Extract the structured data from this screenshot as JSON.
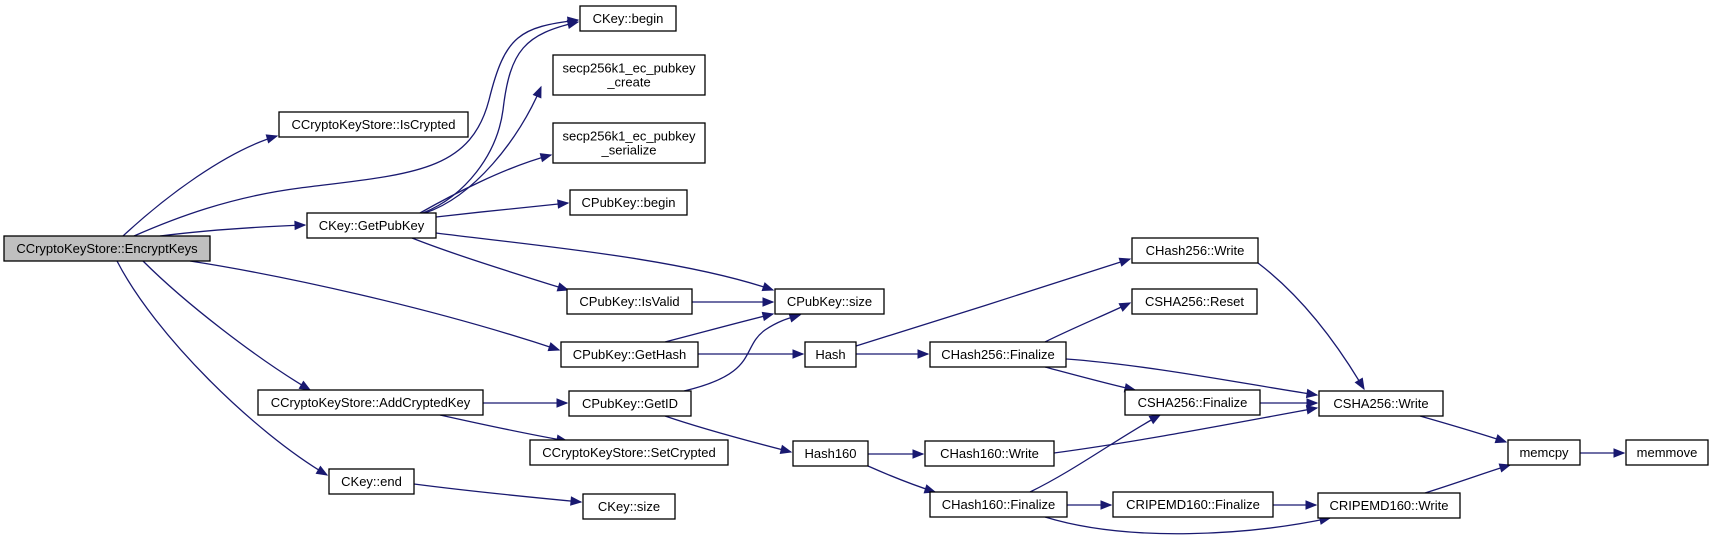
{
  "colors": {
    "edge": "#191970",
    "node_border": "#000000",
    "node_fill": "#ffffff",
    "root_fill": "#bfbfbf"
  },
  "nodes": [
    {
      "id": "encryptkeys",
      "lines": [
        "CCryptoKeyStore::EncryptKeys"
      ],
      "root": true
    },
    {
      "id": "iscrypted",
      "lines": [
        "CCryptoKeyStore::IsCrypted"
      ]
    },
    {
      "id": "getpubkey",
      "lines": [
        "CKey::GetPubKey"
      ]
    },
    {
      "id": "addcryptedkey",
      "lines": [
        "CCryptoKeyStore::AddCryptedKey"
      ]
    },
    {
      "id": "ckeyend",
      "lines": [
        "CKey::end"
      ]
    },
    {
      "id": "ckeybegin",
      "lines": [
        "CKey::begin"
      ]
    },
    {
      "id": "eccreate",
      "lines": [
        "secp256k1_ec_pubkey",
        "_create"
      ]
    },
    {
      "id": "ecserialize",
      "lines": [
        "secp256k1_ec_pubkey",
        "_serialize"
      ]
    },
    {
      "id": "pubbegin",
      "lines": [
        "CPubKey::begin"
      ]
    },
    {
      "id": "isvalid",
      "lines": [
        "CPubKey::IsValid"
      ]
    },
    {
      "id": "gethash",
      "lines": [
        "CPubKey::GetHash"
      ]
    },
    {
      "id": "getid",
      "lines": [
        "CPubKey::GetID"
      ]
    },
    {
      "id": "setcrypted",
      "lines": [
        "CCryptoKeyStore::SetCrypted"
      ]
    },
    {
      "id": "ckeysize",
      "lines": [
        "CKey::size"
      ]
    },
    {
      "id": "pubsize",
      "lines": [
        "CPubKey::size"
      ]
    },
    {
      "id": "hash",
      "lines": [
        "Hash"
      ]
    },
    {
      "id": "hash160",
      "lines": [
        "Hash160"
      ]
    },
    {
      "id": "h256write",
      "lines": [
        "CHash256::Write"
      ]
    },
    {
      "id": "h256finalize",
      "lines": [
        "CHash256::Finalize"
      ]
    },
    {
      "id": "h160write",
      "lines": [
        "CHash160::Write"
      ]
    },
    {
      "id": "h160finalize",
      "lines": [
        "CHash160::Finalize"
      ]
    },
    {
      "id": "shareset",
      "lines": [
        "CSHA256::Reset"
      ]
    },
    {
      "id": "shafinalize",
      "lines": [
        "CSHA256::Finalize"
      ]
    },
    {
      "id": "ripfinalize",
      "lines": [
        "CRIPEMD160::Finalize"
      ]
    },
    {
      "id": "shawrite",
      "lines": [
        "CSHA256::Write"
      ]
    },
    {
      "id": "ripwrite",
      "lines": [
        "CRIPEMD160::Write"
      ]
    },
    {
      "id": "memcpy",
      "lines": [
        "memcpy"
      ]
    },
    {
      "id": "memmove",
      "lines": [
        "memmove"
      ]
    }
  ],
  "edges": [
    [
      "encryptkeys",
      "iscrypted"
    ],
    [
      "encryptkeys",
      "ckeybegin"
    ],
    [
      "encryptkeys",
      "getpubkey"
    ],
    [
      "encryptkeys",
      "gethash"
    ],
    [
      "encryptkeys",
      "addcryptedkey"
    ],
    [
      "encryptkeys",
      "ckeyend"
    ],
    [
      "getpubkey",
      "ckeybegin"
    ],
    [
      "getpubkey",
      "eccreate"
    ],
    [
      "getpubkey",
      "ecserialize"
    ],
    [
      "getpubkey",
      "pubbegin"
    ],
    [
      "getpubkey",
      "pubsize"
    ],
    [
      "getpubkey",
      "isvalid"
    ],
    [
      "isvalid",
      "pubsize"
    ],
    [
      "gethash",
      "pubsize"
    ],
    [
      "gethash",
      "hash"
    ],
    [
      "getid",
      "pubsize"
    ],
    [
      "getid",
      "hash160"
    ],
    [
      "addcryptedkey",
      "getid"
    ],
    [
      "addcryptedkey",
      "setcrypted"
    ],
    [
      "ckeyend",
      "ckeysize"
    ],
    [
      "hash",
      "h256write"
    ],
    [
      "hash",
      "h256finalize"
    ],
    [
      "hash160",
      "h160write"
    ],
    [
      "hash160",
      "h160finalize"
    ],
    [
      "h256write",
      "shawrite"
    ],
    [
      "h256finalize",
      "shareset"
    ],
    [
      "h256finalize",
      "shafinalize"
    ],
    [
      "h256finalize",
      "shawrite"
    ],
    [
      "h160write",
      "shawrite"
    ],
    [
      "h160finalize",
      "shafinalize"
    ],
    [
      "h160finalize",
      "ripfinalize"
    ],
    [
      "h160finalize",
      "ripwrite"
    ],
    [
      "shafinalize",
      "shawrite"
    ],
    [
      "ripfinalize",
      "ripwrite"
    ],
    [
      "shawrite",
      "memcpy"
    ],
    [
      "ripwrite",
      "memcpy"
    ],
    [
      "memcpy",
      "memmove"
    ]
  ]
}
